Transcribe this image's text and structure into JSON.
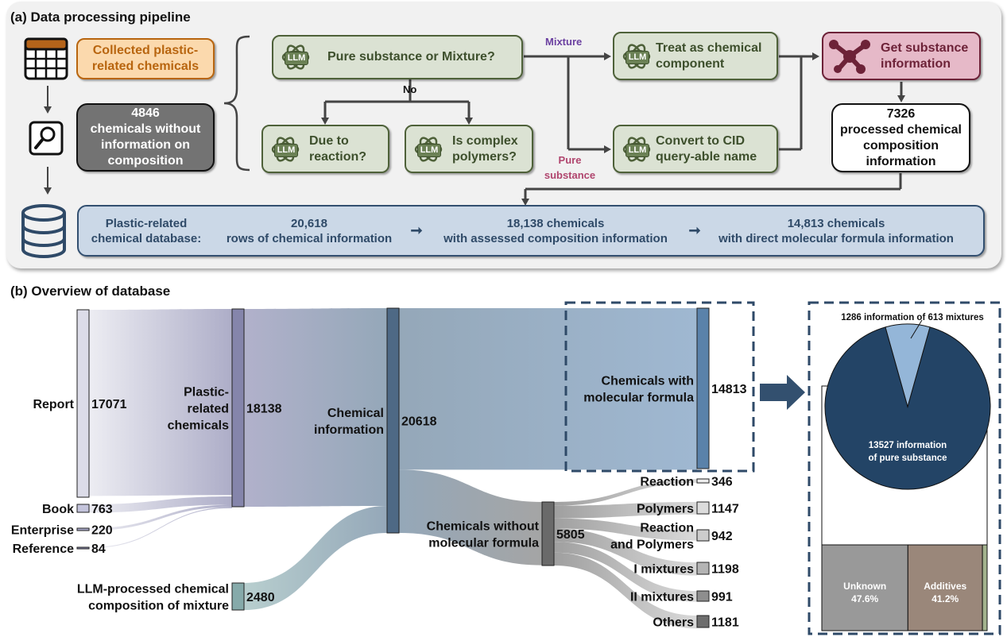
{
  "panel_a": {
    "title": "(a) Data processing pipeline",
    "collected_box": "Collected plastic-related chemicals",
    "collected_lines": [
      "Collected plastic-",
      "related chemicals"
    ],
    "unknown_box": {
      "count": "4846",
      "lines": [
        "chemicals without",
        "information on",
        "composition"
      ]
    },
    "llm_badge": "LLM",
    "q_pure_or_mixture": "Pure substance or Mixture?",
    "label_no": "No",
    "label_mixture": "Mixture",
    "label_pure": [
      "Pure",
      "substance"
    ],
    "q_reaction": [
      "Due to",
      "reaction?"
    ],
    "q_polymers": [
      "Is complex",
      "polymers?"
    ],
    "treat_component": [
      "Treat as chemical",
      "component"
    ],
    "convert_cid": [
      "Convert to CID",
      "query-able name"
    ],
    "get_substance": [
      "Get substance",
      "information"
    ],
    "processed_box": {
      "count": "7326",
      "lines": [
        "processed chemical",
        "composition",
        "information"
      ]
    },
    "database_bar": {
      "label": [
        "Plastic-related",
        "chemical database:"
      ],
      "steps": [
        {
          "value": "20,618",
          "text": "rows of chemical information"
        },
        {
          "value": "18,138 chemicals",
          "text": "with assessed composition information"
        },
        {
          "value": "14,813 chemicals",
          "text": "with direct molecular formula information"
        }
      ]
    },
    "icons": [
      "table-icon",
      "magnifier-icon",
      "database-icon",
      "molecule-icon",
      "llm-atom-icon"
    ],
    "colors": {
      "mixture": "#6a3fa0",
      "pure": "#b0456e",
      "green_fill": "#dbe2d3",
      "green_border": "#4e6139",
      "pink_fill": "#e6b9c8",
      "blue_fill": "#cbd8e7"
    }
  },
  "panel_b": {
    "title": "(b) Overview of database"
  },
  "chart_data": [
    {
      "type": "sankey",
      "title": "(b) Overview of database",
      "nodes": [
        {
          "id": "report",
          "label": "Report",
          "value": 17071,
          "color": "#dcdce8"
        },
        {
          "id": "book",
          "label": "Book",
          "value": 763,
          "color": "#c4c4dc"
        },
        {
          "id": "enterprise",
          "label": "Enterprise",
          "value": 220,
          "color": "#a8a8c8"
        },
        {
          "id": "reference",
          "label": "Reference",
          "value": 84,
          "color": "#8888aa"
        },
        {
          "id": "plastic",
          "label": "Plastic-related chemicals",
          "label_lines": [
            "Plastic-",
            "related",
            "chemicals"
          ],
          "value": 18138,
          "color": "#8585ab"
        },
        {
          "id": "llm_mix",
          "label": "LLM-processed chemical composition of mixture",
          "label_lines": [
            "LLM-processed chemical",
            "composition of mixture"
          ],
          "value": 2480,
          "color": "#86aaaa"
        },
        {
          "id": "chem_info",
          "label": "Chemical information",
          "label_lines": [
            "Chemical",
            "information"
          ],
          "value": 20618,
          "color": "#4e6985"
        },
        {
          "id": "with_formula",
          "label": "Chemicals with molecular formula",
          "label_lines": [
            "Chemicals with",
            "molecular formula"
          ],
          "value": 14813,
          "color": "#5a82aa"
        },
        {
          "id": "without_formula",
          "label": "Chemicals without molecular formula",
          "label_lines": [
            "Chemicals without",
            "molecular formula"
          ],
          "value": 5805,
          "color": "#6a6a6a"
        },
        {
          "id": "reaction",
          "label": "Reaction",
          "value": 346,
          "color": "#ececec"
        },
        {
          "id": "polymers",
          "label": "Polymers",
          "value": 1147,
          "color": "#dcdcdc"
        },
        {
          "id": "reaction_polymers",
          "label": "Reaction and Polymers",
          "label_lines": [
            "Reaction",
            "and Polymers"
          ],
          "value": 942,
          "color": "#cccccc"
        },
        {
          "id": "i_mixtures",
          "label": "I mixtures",
          "value": 1198,
          "color": "#b4b4b4"
        },
        {
          "id": "ii_mixtures",
          "label": "II mixtures",
          "value": 991,
          "color": "#8e8e8e"
        },
        {
          "id": "others",
          "label": "Others",
          "value": 1181,
          "color": "#6e6e6e"
        }
      ],
      "links": [
        {
          "source": "report",
          "target": "plastic",
          "value": 17071
        },
        {
          "source": "book",
          "target": "plastic",
          "value": 763
        },
        {
          "source": "enterprise",
          "target": "plastic",
          "value": 220
        },
        {
          "source": "reference",
          "target": "plastic",
          "value": 84
        },
        {
          "source": "plastic",
          "target": "chem_info",
          "value": 18138
        },
        {
          "source": "llm_mix",
          "target": "chem_info",
          "value": 2480
        },
        {
          "source": "chem_info",
          "target": "with_formula",
          "value": 14813
        },
        {
          "source": "chem_info",
          "target": "without_formula",
          "value": 5805
        },
        {
          "source": "without_formula",
          "target": "reaction",
          "value": 346
        },
        {
          "source": "without_formula",
          "target": "polymers",
          "value": 1147
        },
        {
          "source": "without_formula",
          "target": "reaction_polymers",
          "value": 942
        },
        {
          "source": "without_formula",
          "target": "i_mixtures",
          "value": 1198
        },
        {
          "source": "without_formula",
          "target": "ii_mixtures",
          "value": 991
        },
        {
          "source": "without_formula",
          "target": "others",
          "value": 1181
        }
      ]
    },
    {
      "type": "pie",
      "slices": [
        {
          "label": "13527 information of pure substance",
          "label_lines": [
            "13527 information",
            "of pure substance"
          ],
          "value": 13527,
          "color": "#234466"
        },
        {
          "label": "1286 information of 613 mixtures",
          "value": 1286,
          "color": "#94b6d8"
        }
      ]
    },
    {
      "type": "bar",
      "subtype": "stacked-100",
      "segments": [
        {
          "label": "Unknown",
          "percent": 47.6,
          "color": "#999999"
        },
        {
          "label": "Additives",
          "percent": 41.2,
          "color": "#9a877a"
        },
        {
          "label": "",
          "percent": 2.6,
          "color": "#a3b38e"
        }
      ]
    }
  ]
}
